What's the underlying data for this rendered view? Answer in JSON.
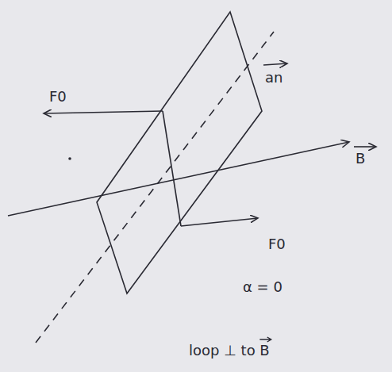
{
  "diagram": {
    "labels": [
      "F0",
      "an",
      "B",
      "F0",
      "α = 0",
      "loop ⊥ to B"
    ]
  }
}
